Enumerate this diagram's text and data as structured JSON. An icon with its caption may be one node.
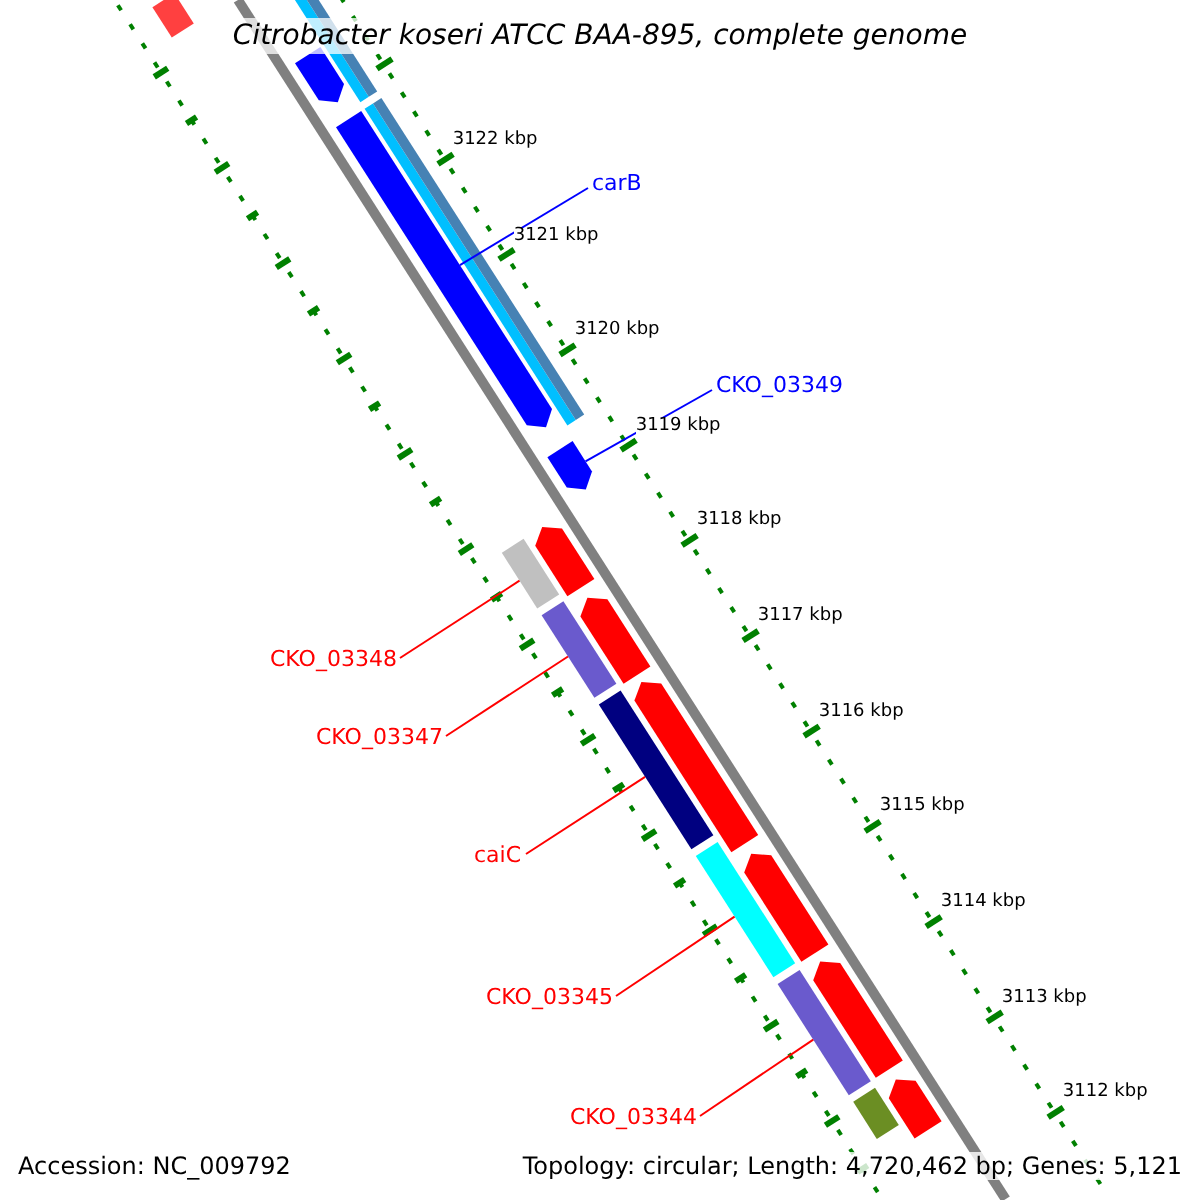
{
  "diagram": {
    "title": "Citrobacter koseri ATCC BAA-895, complete genome",
    "nodes": [
      {
        "text": [
          "carB"
        ]
      },
      {
        "text": [],
        "shape": "bar"
      },
      {
        "text": [
          "CKO_03349"
        ]
      },
      {
        "text": [],
        "shape": "bar"
      },
      {
        "text": [
          "CKO_03348"
        ]
      },
      {
        "text": [],
        "shape": "bar"
      },
      {
        "text": [
          "CKO_03347"
        ]
      },
      {
        "text": [],
        "shape": "bar"
      },
      {
        "text": [
          "caiC"
        ]
      },
      {
        "text": [],
        "shape": "bar"
      },
      {
        "text": [
          "CKO_03345"
        ]
      },
      {
        "text": [],
        "shape": "bar"
      },
      {
        "text": [
          "CKO_03344"
        ]
      },
      {
        "text": [],
        "shape": "bar"
      },
      {
        "text": [],
        "shape": "bar"
      },
      {
        "text": [],
        "shape": "bar"
      },
      {
        "text": [],
        "shape": "bar"
      },
      {
        "text": [],
        "shape": "bar"
      },
      {
        "text": [],
        "shape": "bar"
      },
      {
        "text": [],
        "shape": "bar"
      },
      {
        "text": [],
        "shape": "bar"
      },
      {
        "text": [],
        "shape": "bar"
      },
      {
        "text": [],
        "shape": "bar"
      }
    ],
    "edges": [
      {
        "from": 0,
        "to": 1,
        "arrow": "none",
        "color": "#0000ff"
      },
      {
        "from": 2,
        "to": 3,
        "arrow": "none",
        "color": "#0000ff"
      },
      {
        "from": 4,
        "to": 5,
        "arrow": "none"
      },
      {
        "from": 6,
        "to": 7,
        "arrow": "none"
      },
      {
        "from": 8,
        "to": 9,
        "arrow": "none"
      },
      {
        "from": 10,
        "to": 11,
        "arrow": "none"
      },
      {
        "from": 12,
        "to": 13,
        "arrow": "none"
      }
    ],
    "labels": [
      "3122 kbp",
      "3121 kbp",
      "3120 kbp",
      "3119 kbp",
      "3118 kbp",
      "3117 kbp",
      "3116 kbp",
      "3115 kbp",
      "3114 kbp",
      "3113 kbp",
      "3112 kbp",
      "Accession: NC_009792",
      "Topology: circular; Length: 4,720,462 bp; Genes: 5,121"
    ]
  }
}
